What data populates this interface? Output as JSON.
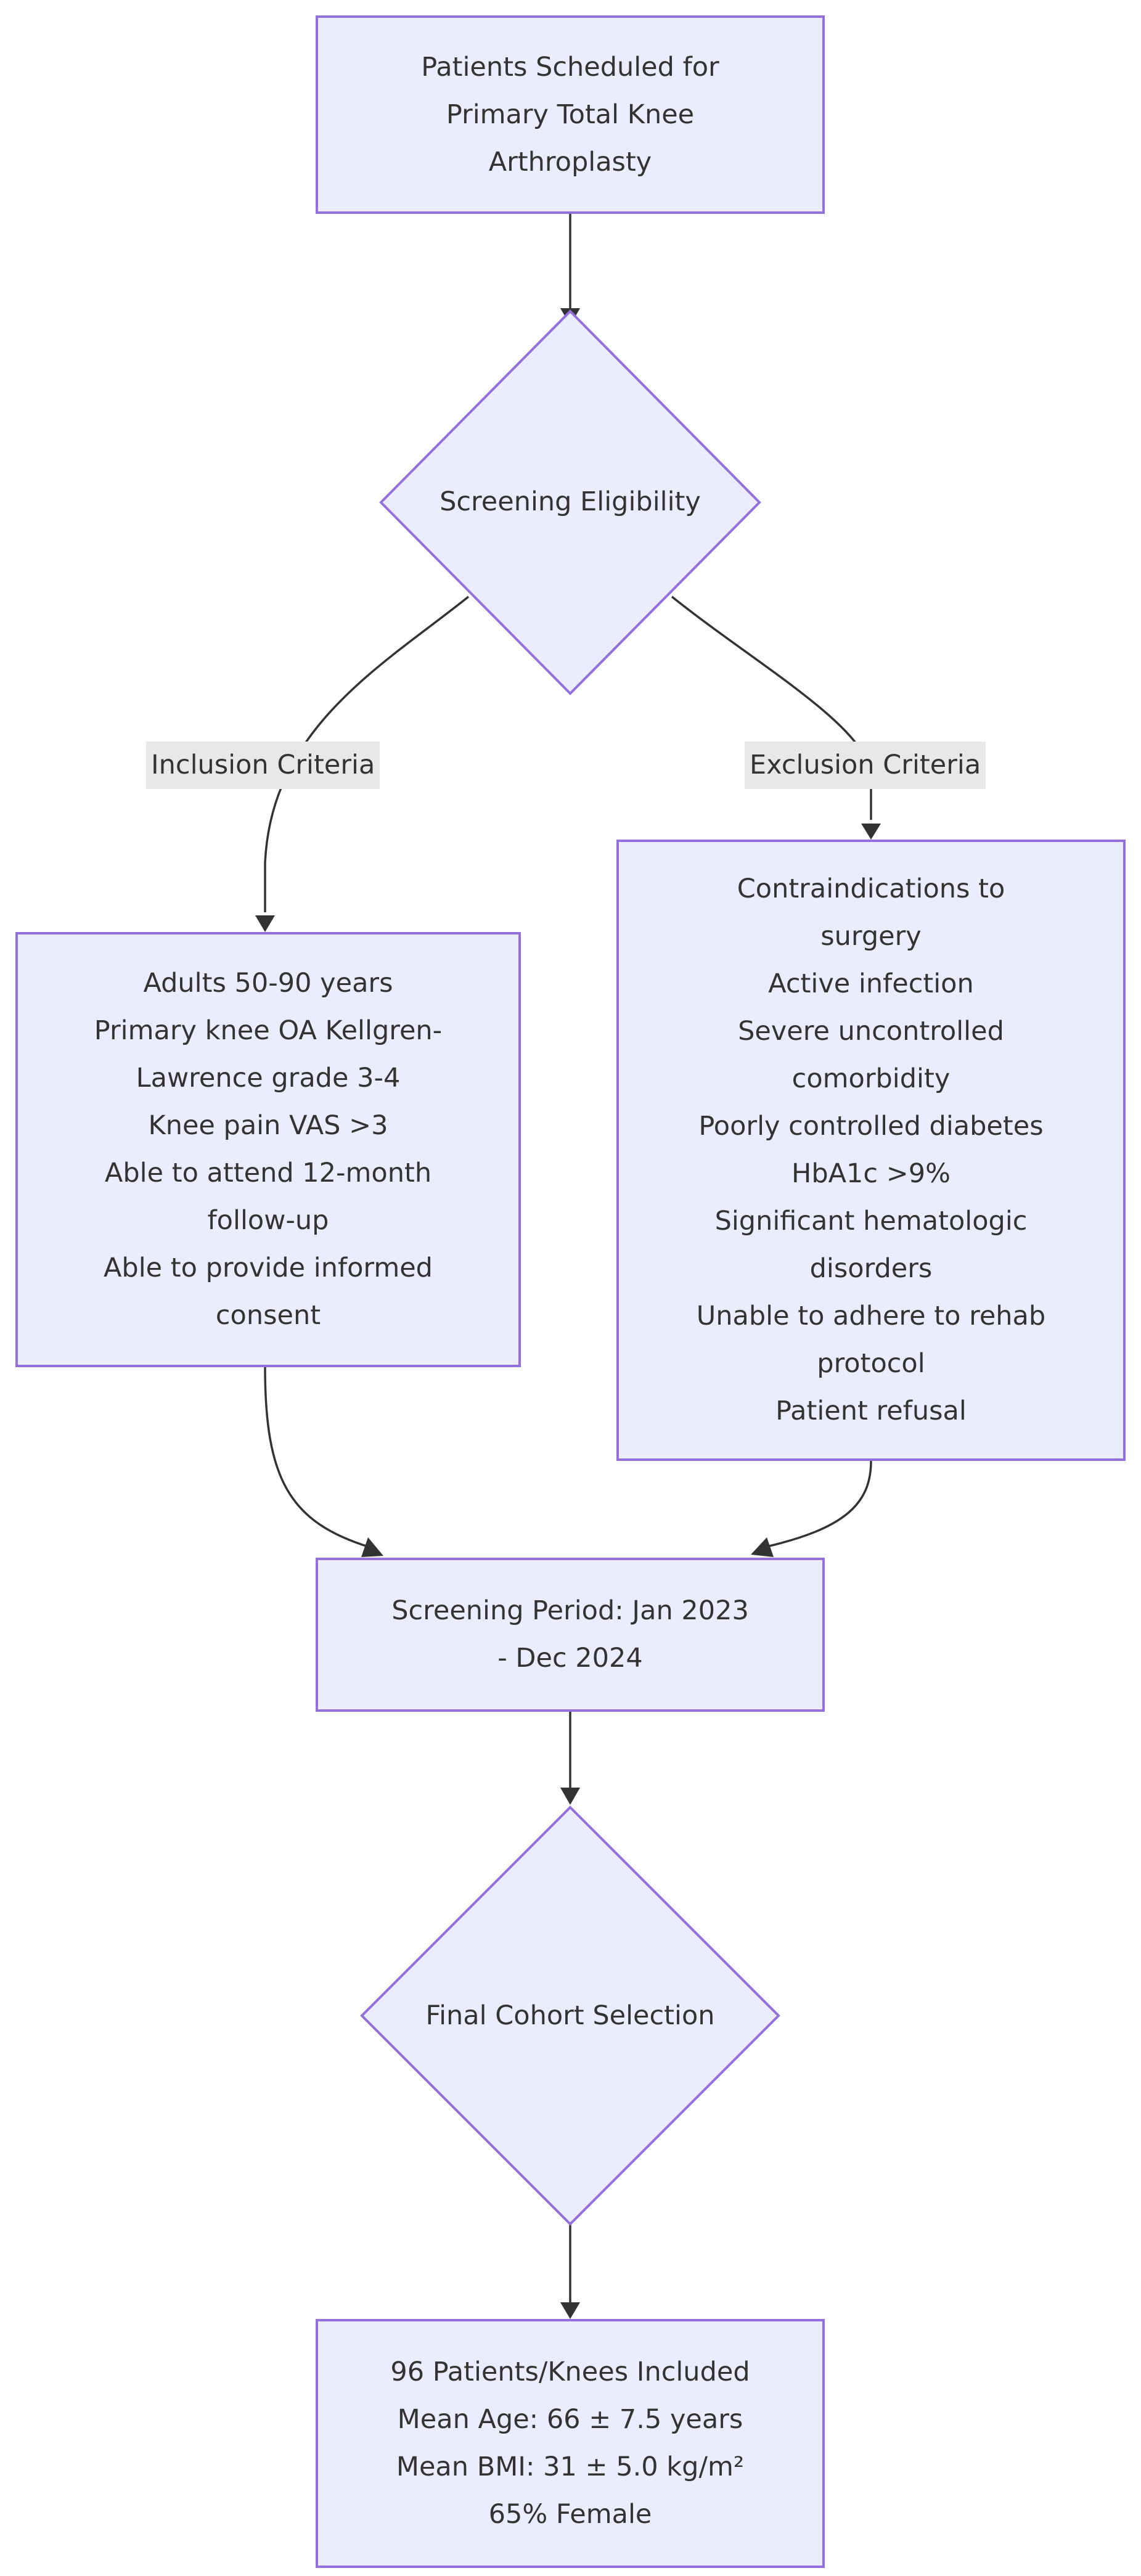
{
  "nodes": {
    "start": {
      "lines": [
        "Patients Scheduled for",
        "Primary Total Knee",
        "Arthroplasty"
      ]
    },
    "screening": {
      "label": "Screening Eligibility"
    },
    "inclusion": {
      "lines": [
        "Adults 50-90 years",
        "Primary knee OA Kellgren-",
        "Lawrence grade 3-4",
        "Knee pain VAS >3",
        "Able to attend 12-month",
        "follow-up",
        "Able to provide informed",
        "consent"
      ]
    },
    "exclusion": {
      "lines": [
        "Contraindications to",
        "surgery",
        "Active infection",
        "Severe uncontrolled",
        "comorbidity",
        "Poorly controlled diabetes",
        "HbA1c >9%",
        "Significant hematologic",
        "disorders",
        "Unable to adhere to rehab",
        "protocol",
        "Patient refusal"
      ]
    },
    "period": {
      "lines": [
        "Screening Period: Jan 2023",
        "- Dec 2024"
      ]
    },
    "cohort": {
      "label": "Final Cohort Selection"
    },
    "final": {
      "lines": [
        "96 Patients/Knees Included",
        "Mean Age: 66 ± 7.5 years",
        "Mean BMI: 31 ± 5.0 kg/m²",
        "65% Female"
      ]
    }
  },
  "edges": {
    "inclusion_label": "Inclusion Criteria",
    "exclusion_label": "Exclusion Criteria"
  },
  "colors": {
    "node_fill": "#ececff",
    "node_stroke": "#9370db",
    "edge": "#333333",
    "edge_label_bg": "#e8e8e8",
    "text": "#333333"
  }
}
